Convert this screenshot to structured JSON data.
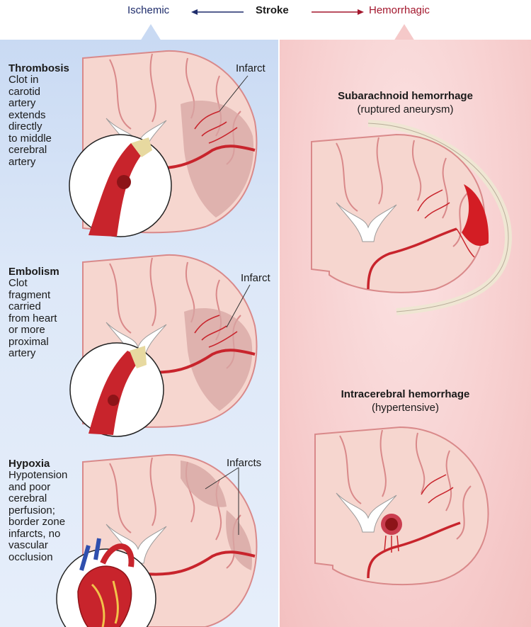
{
  "header": {
    "ischemic": "Ischemic",
    "stroke": "Stroke",
    "hemorrhagic": "Hemorrhagic",
    "ischemic_color": "#1e2c6b",
    "hemorrhagic_color": "#a3172d"
  },
  "ischemic": {
    "thrombosis": {
      "title": "Thrombosis",
      "description_lines": [
        "Clot in",
        "carotid",
        "artery",
        "extends",
        "directly",
        "to middle",
        "cerebral",
        "artery"
      ],
      "infarct_label": "Infarct"
    },
    "embolism": {
      "title": "Embolism",
      "description_lines": [
        "Clot",
        "fragment",
        "carried",
        "from heart",
        "or more",
        "proximal",
        "artery"
      ],
      "infarct_label": "Infarct"
    },
    "hypoxia": {
      "title": "Hypoxia",
      "description_lines": [
        "Hypotension",
        "and poor",
        "cerebral",
        "perfusion;",
        "border zone",
        "infarcts, no",
        "vascular",
        "occlusion"
      ],
      "infarct_label": "Infarcts"
    }
  },
  "hemorrhagic": {
    "subarachnoid": {
      "title": "Subarachnoid hemorrhage",
      "subtitle": "(ruptured aneurysm)"
    },
    "intracerebral": {
      "title": "Intracerebral hemorrhage",
      "subtitle": "(hypertensive)"
    }
  },
  "colors": {
    "brain": "#f6d6cf",
    "brain_outline": "#d9898a",
    "artery": "#c8242c",
    "infarct_shade": "#d7a6a3",
    "blood": "#d31d24",
    "ischemic_bg": "#d3e1f5",
    "hemorrhagic_bg": "#f7cfcf"
  }
}
